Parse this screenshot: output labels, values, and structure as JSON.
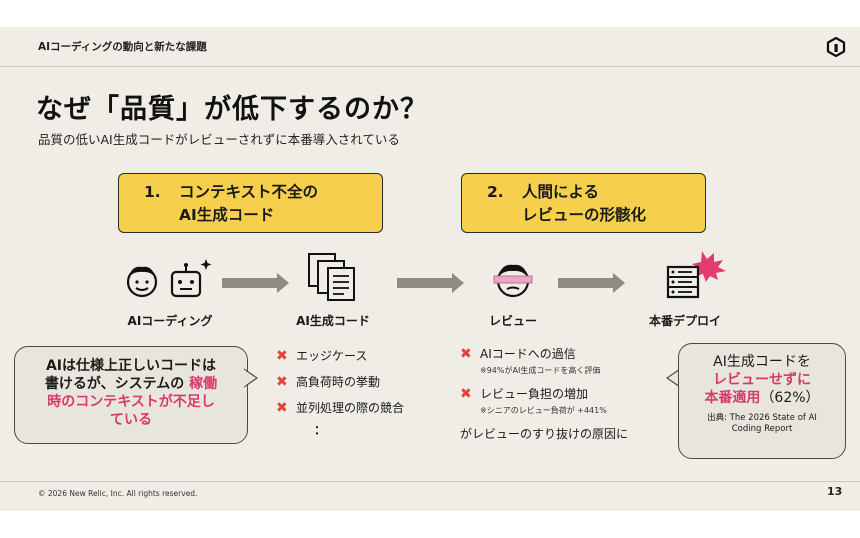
{
  "header": {
    "breadcrumb": "AIコーディングの動向と新たな課題"
  },
  "title": "なぜ「品質」が低下するのか？",
  "subtitle": "品質の低いAI生成コードがレビューされずに本番導入されている",
  "causes": [
    {
      "number": "1.",
      "text": "コンテキスト不全の\nAI生成コード"
    },
    {
      "number": "2.",
      "text": "人間による\nレビューの形骸化"
    }
  ],
  "flow": [
    {
      "label": "AIコーディング",
      "icon": "developer-and-robot-icon"
    },
    {
      "label": "AI生成コード",
      "icon": "documents-icon"
    },
    {
      "label": "レビュー",
      "icon": "blindfolded-reviewer-icon"
    },
    {
      "label": "本番デプロイ",
      "icon": "server-with-explosion-icon"
    }
  ],
  "left_bubble": {
    "line1": "AIは仕様上正しいコードは",
    "line2_a": "書けるが、システムの",
    "line2_b": "稼働",
    "line3": "時のコンテキストが不足し",
    "line4": "ている"
  },
  "issues_left": [
    "エッジケース",
    "高負荷時の挙動",
    "並列処理の際の競合"
  ],
  "issues_left_more": "：",
  "issues_right": [
    {
      "text": "AIコードへの過信",
      "note": "※94%がAI生成コードを高く評価"
    },
    {
      "text": "レビュー負担の増加",
      "note": "※シニアのレビュー負荷が +441%"
    }
  ],
  "issues_right_summary": "がレビューのすり抜けの原因に",
  "right_bubble": {
    "line1": "AI生成コードを",
    "line2": "レビューせずに",
    "line3_pink": "本番適用",
    "line3_rest": "（62%）",
    "source": "出典: The 2026 State of AI\nCoding Report"
  },
  "footer": {
    "copyright": "© 2026 New Relic, Inc. All rights reserved.",
    "page": "13"
  },
  "colors": {
    "highlight": "#f6d04d",
    "accent_pink": "#d63a6c",
    "x_red": "#e2433a",
    "arrow_gray": "#8d8b84"
  }
}
